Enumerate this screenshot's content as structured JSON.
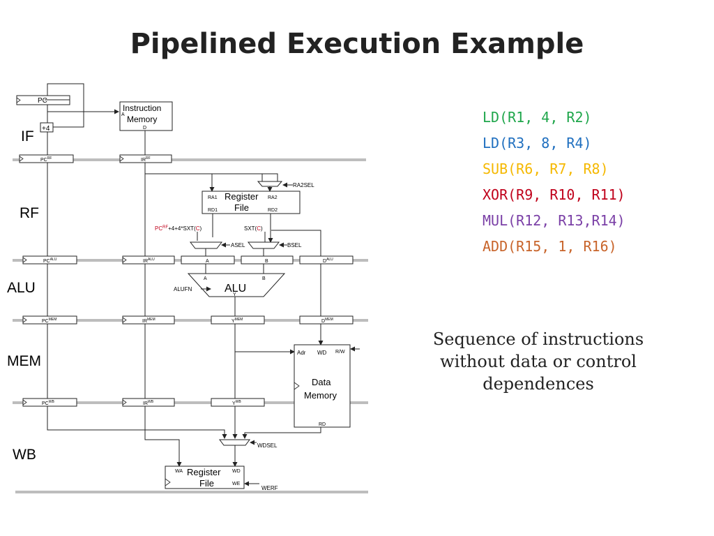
{
  "slide": {
    "title": "Pipelined Execution Example"
  },
  "stages": [
    "IF",
    "RF",
    "ALU",
    "MEM",
    "WB"
  ],
  "diagram": {
    "pc": "PC",
    "plus4": "+4",
    "imem": {
      "line1": "Instruction",
      "line2": "Memory",
      "port_a": "A",
      "port_d": "D"
    },
    "pc_rf": "PC",
    "pc_rf_sup": "RF",
    "ir_rf": "IR",
    "ir_rf_sup": "RF",
    "ra2sel": "RA2SEL",
    "regfile": {
      "line1": "Register",
      "line2": "File",
      "ra1": "RA1",
      "ra2": "RA2",
      "rd1": "RD1",
      "rd2": "RD2"
    },
    "branch_expr_a": "PC",
    "branch_expr_sup": "RF",
    "branch_expr_b": "+4+4*SXT(",
    "branch_expr_c": "C",
    "branch_expr_d": ")",
    "sxt_a": "SXT(",
    "sxt_c": "C",
    "sxt_d": ")",
    "asel": "ASEL",
    "bsel": "BSEL",
    "pc_alu": "PC",
    "pc_alu_sup": "ALU",
    "ir_alu": "IR",
    "ir_alu_sup": "ALU",
    "reg_a": "A",
    "reg_b": "B",
    "d_alu": "D",
    "d_alu_sup": "ALU",
    "alu_in_a": "A",
    "alu_in_b": "B",
    "alu": "ALU",
    "alufn": "ALUFN",
    "alu_out": "Y",
    "pc_mem": "PC",
    "pc_mem_sup": "MEM",
    "ir_mem": "IR",
    "ir_mem_sup": "MEM",
    "y_mem": "Y",
    "y_mem_sup": "MEM",
    "d_mem": "D",
    "d_mem_sup": "MEM",
    "dmem": {
      "adr": "Adr",
      "wd": "WD",
      "rw": "R/W",
      "line1": "Data",
      "line2": "Memory",
      "rd": "RD"
    },
    "pc_wb": "PC",
    "pc_wb_sup": "WB",
    "ir_wb": "IR",
    "ir_wb_sup": "WB",
    "y_wb": "Y",
    "y_wb_sup": "WB",
    "wdsel": "WDSEL",
    "wb_regfile": {
      "line1": "Register",
      "line2": "File",
      "wa": "WA",
      "wd": "WD",
      "we": "WE"
    },
    "werf": "WERF"
  },
  "instructions": [
    {
      "text": "LD(R1, 4, R2)",
      "color": "#1fa64b"
    },
    {
      "text": "LD(R3, 8, R4)",
      "color": "#1f6fbf"
    },
    {
      "text": "SUB(R6, R7, R8)",
      "color": "#f5b800"
    },
    {
      "text": "XOR(R9, R10, R11)",
      "color": "#c0001a"
    },
    {
      "text": "MUL(R12, R13,R14)",
      "color": "#7a3fa6"
    },
    {
      "text": "ADD(R15, 1, R16)",
      "color": "#c8642a"
    }
  ],
  "caption": "Sequence of instructions without data or control dependences"
}
